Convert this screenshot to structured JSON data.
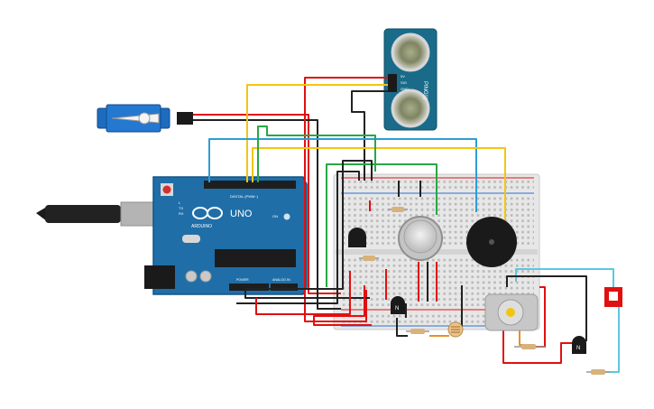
{
  "arduino": {
    "logo_text": "UNO",
    "brand": "ARDUINO",
    "digital_header": "DIGITAL (PWM~)",
    "power_header": "POWER",
    "analog_header": "ANALOG IN",
    "tx_label": "TX",
    "rx_label": "RX",
    "l_label": "L",
    "on_label": "ON",
    "board_color": "#1f6ea8"
  },
  "ultrasonic_sensor": {
    "label": "PING)))",
    "pin_labels": [
      "5V",
      "SIG",
      "GND"
    ],
    "board_color": "#1a6b8a"
  },
  "transistors": {
    "label": "N"
  },
  "wire_colors": {
    "red": "#e01010",
    "black": "#222222",
    "yellow": "#f2c511",
    "blue": "#2b9ed6",
    "green": "#27a844",
    "light_blue": "#5fc6e0",
    "orange": "#e8902a"
  }
}
